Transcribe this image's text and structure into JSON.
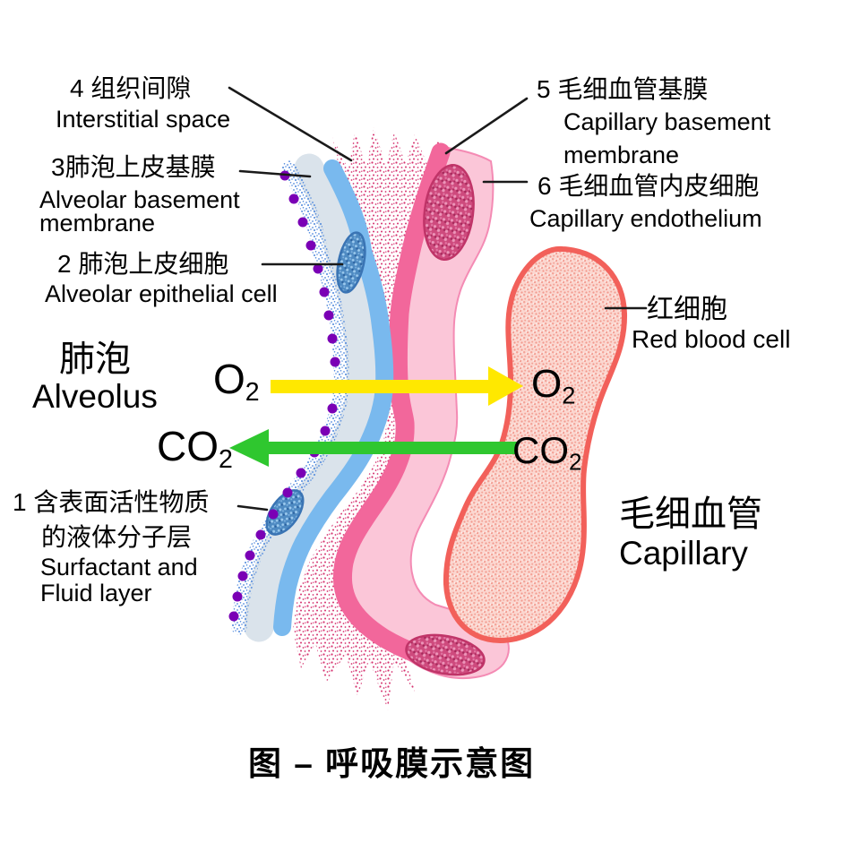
{
  "figure": {
    "caption": "图 – 呼吸膜示意图"
  },
  "regions": {
    "alveolus_zh": "肺泡",
    "alveolus_en": "Alveolus",
    "capillary_zh": "毛细血管",
    "capillary_en": "Capillary",
    "rbc_zh": "红细胞",
    "rbc_en": "Red blood cell"
  },
  "layers": {
    "l1_zh1": "1 含表面活性物质",
    "l1_zh2": "的液体分子层",
    "l1_en1": "Surfactant and",
    "l1_en2": "Fluid layer",
    "l2_zh": "2  肺泡上皮细胞",
    "l2_en": "Alveolar epithelial cell",
    "l3_zh": "3肺泡上皮基膜",
    "l3_en1": "Alveolar basement",
    "l3_en2": "membrane",
    "l4_zh": "4 组织间隙",
    "l4_en": "Interstitial space",
    "l5_zh": "5 毛细血管基膜",
    "l5_en1": "Capillary basement",
    "l5_en2": "membrane",
    "l6_zh": "6 毛细血管内皮细胞",
    "l6_en": "Capillary endothelium"
  },
  "molecules": {
    "o2_left": {
      "base": "O",
      "sub": "2"
    },
    "co2_left": {
      "base": "CO",
      "sub": "2"
    },
    "o2_right": {
      "base": "O",
      "sub": "2"
    },
    "co2_right": {
      "base": "CO",
      "sub": "2"
    }
  },
  "colors": {
    "o2_arrow_yellow": "#FFE800",
    "co2_arrow_green": "#2FC72F",
    "alveolar_bm_blue": "#79B9EE",
    "epithelium_gray": "#DAE3EB",
    "fluid_stipple_blue": "#4D87DC",
    "surfactant_purple": "#7A00B5",
    "interstitium_crimson": "#D5326F",
    "capillary_bm_pink": "#F2679B",
    "endothelium_pink": "#FBC6D8",
    "endothelium_outline": "#F48BB4",
    "endothelial_nucleus": "#CE4A7D",
    "epithelial_nucleus": "#4E8AC2",
    "rbc_border": "#F2605A",
    "rbc_fill": "#FBD7D0",
    "text": "#000000",
    "leader_line": "#1A1A1A"
  }
}
